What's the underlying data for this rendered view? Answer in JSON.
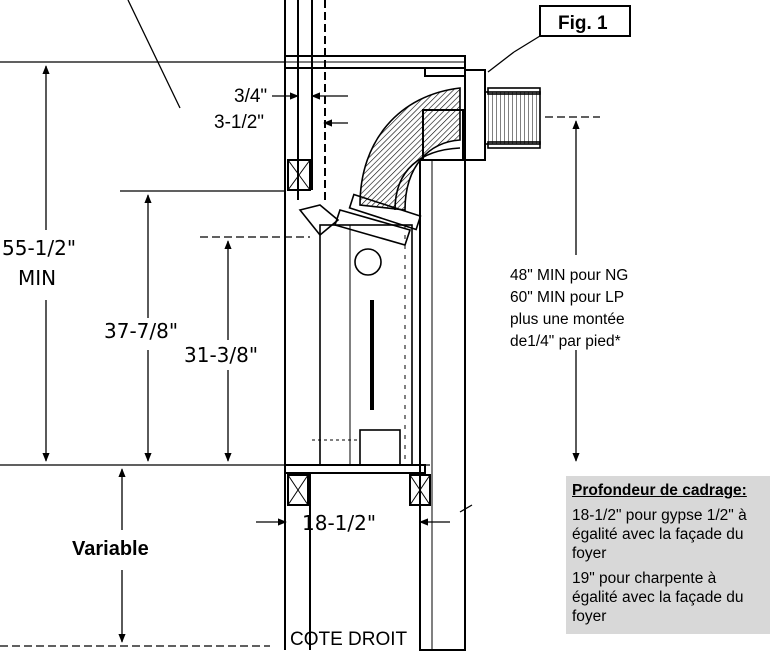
{
  "figure_label": "Fig. 1",
  "view_label": "COTE DROIT",
  "dimensions": {
    "overall_min": "55-1/2\"",
    "overall_min_suffix": "MIN",
    "header_gap": "3/4\"",
    "stud_depth": "3-1/2\"",
    "frame_height": "37-7/8\"",
    "unit_height": "31-3/8\"",
    "frame_depth": "18-1/2\"",
    "base_height": "Variable"
  },
  "vent_note": {
    "line1": "48\" MIN pour NG",
    "line2": "60\" MIN pour LP",
    "line3": "plus une montée",
    "line4": "de1/4\" par pied*"
  },
  "framing_box": {
    "title": "Profondeur de cadrage:",
    "text1": "18-1/2\" pour gypse 1/2\" à égalité avec la façade du foyer",
    "text2": "19\" pour charpente à égalité avec la façade du foyer"
  },
  "colors": {
    "line": "#000000",
    "info_box_bg": "#d8d8d8"
  }
}
